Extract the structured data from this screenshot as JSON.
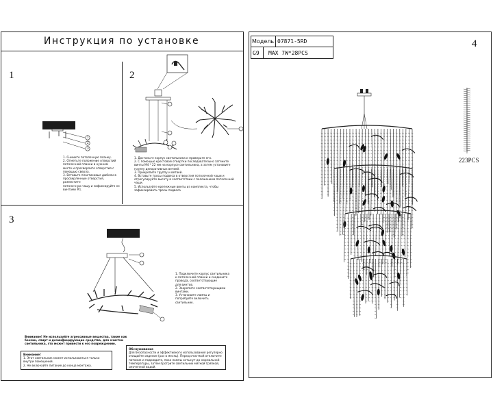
{
  "left_panel": {
    "title": "Инструкция по установке",
    "step1": {
      "num": "1",
      "text": [
        "1. Снимите потолочную планку.",
        "2. Отметьте положение отверстий",
        "потолочной планки в нужном",
        "месте и просверлите отверстия с",
        "помощью сверла.",
        "3. Вставьте пластиковые дюбели в",
        "просверленные отверстия, разместите",
        "потолочную чашу и зафиксируйте ее",
        "винтами #1."
      ],
      "callouts": [
        "1",
        "2",
        "3"
      ]
    },
    "step2": {
      "num": "2",
      "text": [
        "1. Достаньте корпус светильника и проверьте его.",
        "2. С помощью крестовой отвертки последовательно затяните",
        "винты М4 * 22 мм на корпусе светильника, а затем установите",
        "группу декоративных ветвей.",
        "3. Прикрепите группу и ветвей.",
        "4. Вставьте тросы подвеса в отверстия потолочной чаши и",
        "отрегулируйте высоту в соответствии с положением потолочной",
        "чаши.",
        "5. Используйте крепежные винты из комплекта, чтобы",
        "зафиксировать тросы подвеса"
      ],
      "callouts": [
        "1",
        "2",
        "3",
        "4",
        "5"
      ]
    },
    "step3": {
      "num": "3",
      "text": [
        "1. Подключите корпус светильника",
        "и потолочной планки и соедините",
        "провода, соответствующие",
        "для винтов.",
        "2. Закрепите соответствующими",
        "винтами.",
        "3. Установите лампы и",
        "попробуйте включить",
        "светильник."
      ],
      "callouts": [
        "1",
        "2",
        "3"
      ]
    },
    "warning": [
      "Внимание! Не используйте агрессивные вещества, такие как",
      "бензин, спирт и дезинфицирующие средства, для очистки",
      "светильника, это может привести к его повреждению."
    ],
    "note_left": {
      "label": "Внимание!",
      "lines": [
        "1. Этот светильник может использоваться только",
        "внутри помещений.",
        "2. Не включайте питание до конца монтажа."
      ]
    },
    "note_right": {
      "label": "Обслуживание",
      "lines": [
        "Для безопасности и эффективного использования регулярно",
        "очищайте изделие (раз в месяц). Перед очисткой отключите",
        "питание и подождите, пока лампы остынут до нормальной",
        "температуры, затем протрите светильник мягкой тряпкой,",
        "смоченной водой."
      ]
    }
  },
  "right_panel": {
    "page_num": "4",
    "model_label": "Модель",
    "model_value": "07871-5RD",
    "lamp_spec_left": "G9",
    "lamp_spec_right": "MAX  7W*28PCS",
    "pieces": "223PCS"
  }
}
